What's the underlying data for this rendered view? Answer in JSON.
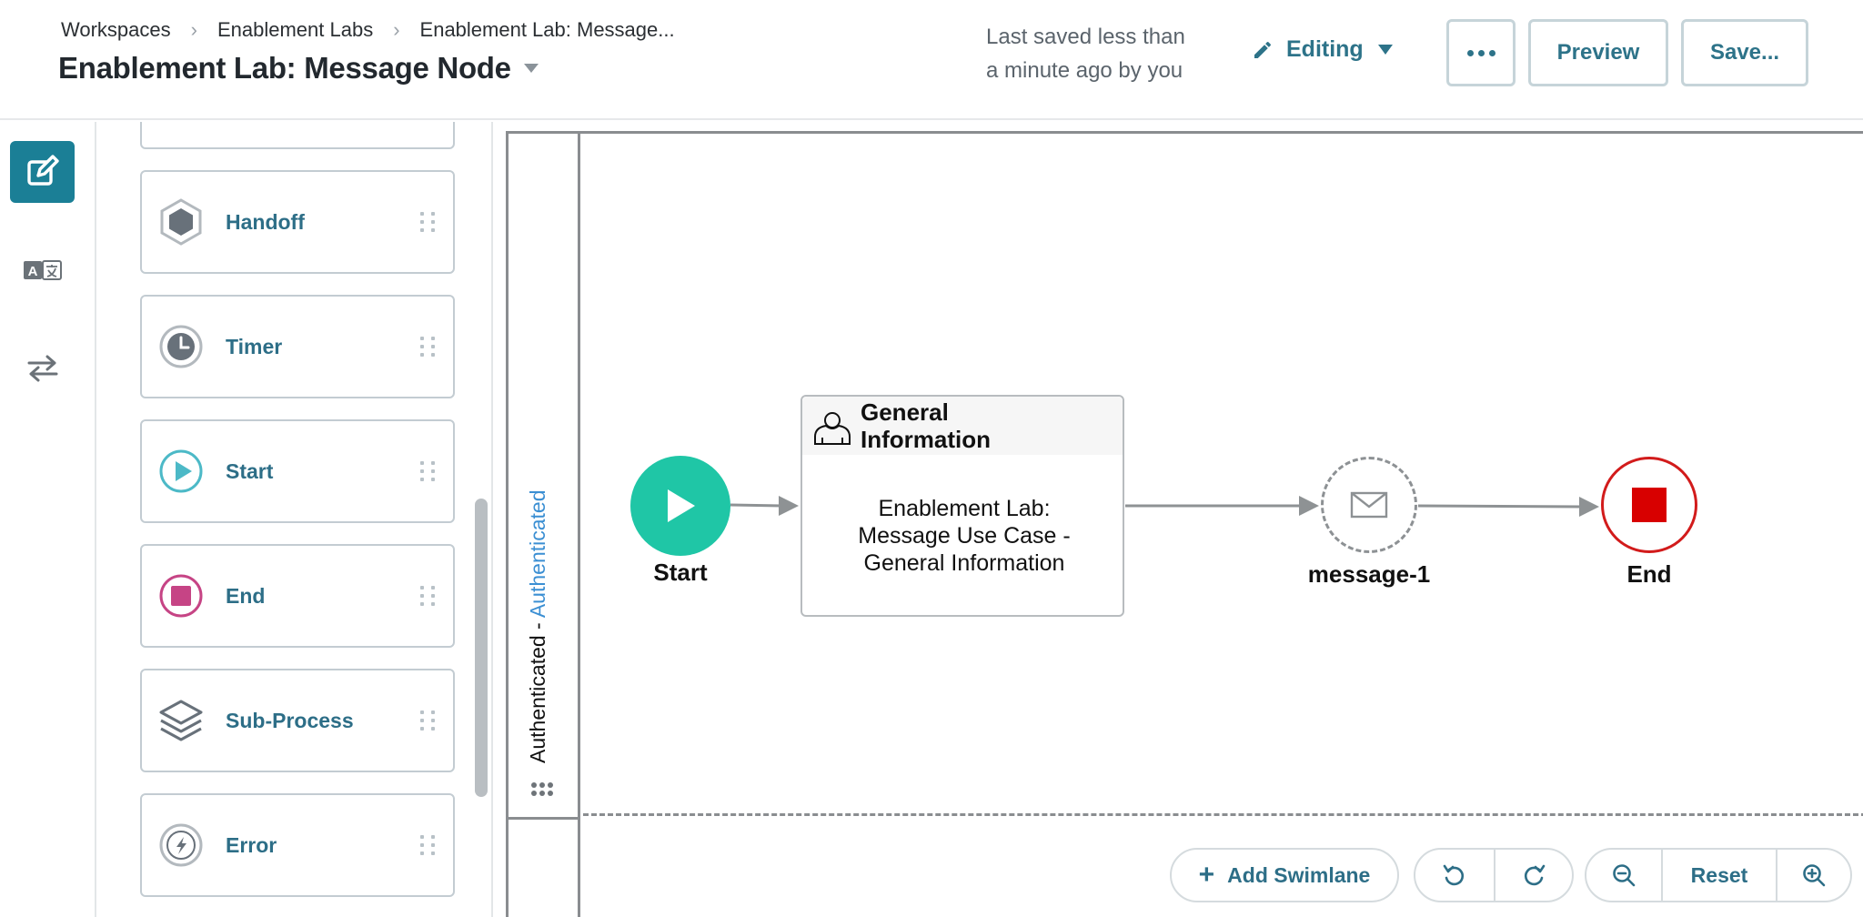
{
  "header": {
    "breadcrumb": [
      "Workspaces",
      "Enablement Labs",
      "Enablement Lab: Message..."
    ],
    "title": "Enablement Lab: Message Node",
    "saved_line1": "Last saved less than",
    "saved_line2": "a minute ago by you",
    "mode": "Editing",
    "more_icon": "more-horizontal-icon",
    "preview_label": "Preview",
    "save_label": "Save..."
  },
  "rail": {
    "items": [
      {
        "icon": "edit-icon",
        "active": true
      },
      {
        "icon": "translate-icon",
        "active": false
      },
      {
        "icon": "swap-arrows-icon",
        "active": false
      }
    ],
    "accent": "#1b7f96"
  },
  "palette": {
    "items": [
      {
        "label": "Handoff",
        "icon": "hexagon-icon"
      },
      {
        "label": "Timer",
        "icon": "clock-icon"
      },
      {
        "label": "Start",
        "icon": "play-circle-icon"
      },
      {
        "label": "End",
        "icon": "stop-circle-icon"
      },
      {
        "label": "Sub-Process",
        "icon": "layers-icon"
      },
      {
        "label": "Error",
        "icon": "lightning-circle-icon"
      }
    ]
  },
  "canvas": {
    "lane_label_part1": "Authenticated - ",
    "lane_label_part2": "Authenticated",
    "nodes": {
      "start": {
        "label": "Start",
        "color": "#1fc6a6"
      },
      "task": {
        "title": "General Information",
        "title_line1": "General",
        "title_line2": "Information",
        "body": "Enablement Lab: Message Use Case - General Information",
        "body_line1": "Enablement Lab:",
        "body_line2": "Message Use Case -",
        "body_line3": "General Information"
      },
      "message": {
        "label": "message-1"
      },
      "end": {
        "label": "End",
        "color": "#d80000"
      }
    }
  },
  "toolbar": {
    "add_swimlane": "Add Swimlane",
    "undo_icon": "undo-icon",
    "redo_icon": "redo-icon",
    "zoom_out_icon": "zoom-out-icon",
    "reset_label": "Reset",
    "zoom_in_icon": "zoom-in-icon"
  }
}
